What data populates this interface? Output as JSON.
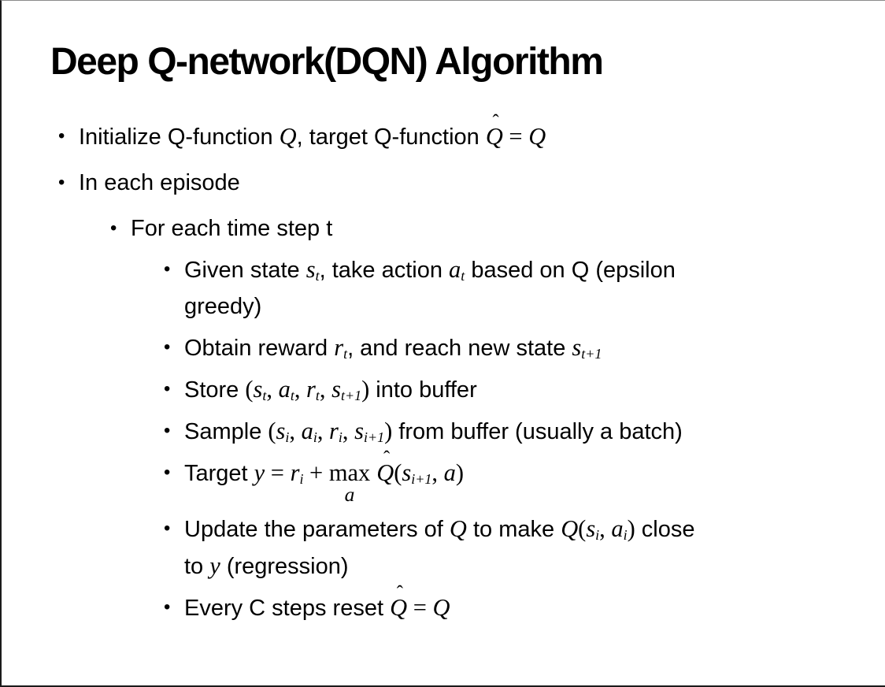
{
  "slide": {
    "title": "Deep Q-network(DQN) Algorithm",
    "symbols": {
      "bullet_char": "•",
      "hat_char": "ˆ"
    },
    "colors": {
      "background": "#ffffff",
      "text": "#000000",
      "border": "#1a1a1a"
    },
    "bullets": [
      {
        "level": 1,
        "segments": [
          {
            "t": "Initialize Q-function "
          },
          {
            "t": "Q",
            "i": true
          },
          {
            "t": ", target Q-function "
          },
          {
            "t": "Q",
            "i": true,
            "hat": true
          },
          {
            "t": " = ",
            "m": true
          },
          {
            "t": "Q",
            "i": true
          }
        ]
      },
      {
        "level": 1,
        "segments": [
          {
            "t": "In each episode"
          }
        ]
      },
      {
        "level": 2,
        "segments": [
          {
            "t": "For each time step t"
          }
        ]
      },
      {
        "level": 3,
        "segments": [
          {
            "t": "Given state "
          },
          {
            "t": "s",
            "i": true
          },
          {
            "t": "t",
            "i": true,
            "sub": true
          },
          {
            "t": ", take action "
          },
          {
            "t": "a",
            "i": true
          },
          {
            "t": "t",
            "i": true,
            "sub": true
          },
          {
            "t": " based on Q (epsilon"
          },
          {
            "br": true
          },
          {
            "t": "greedy)"
          }
        ]
      },
      {
        "level": 3,
        "segments": [
          {
            "t": "Obtain reward "
          },
          {
            "t": "r",
            "i": true
          },
          {
            "t": "t",
            "i": true,
            "sub": true
          },
          {
            "t": ", and reach new state "
          },
          {
            "t": "s",
            "i": true
          },
          {
            "t": "t+1",
            "i": true,
            "sub": true
          }
        ]
      },
      {
        "level": 3,
        "segments": [
          {
            "t": "Store "
          },
          {
            "t": "(",
            "m": true
          },
          {
            "t": "s",
            "i": true
          },
          {
            "t": "t",
            "i": true,
            "sub": true
          },
          {
            "t": ", ",
            "m": true
          },
          {
            "t": "a",
            "i": true
          },
          {
            "t": "t",
            "i": true,
            "sub": true
          },
          {
            "t": ", ",
            "m": true
          },
          {
            "t": "r",
            "i": true
          },
          {
            "t": "t",
            "i": true,
            "sub": true
          },
          {
            "t": ", ",
            "m": true
          },
          {
            "t": "s",
            "i": true
          },
          {
            "t": "t+1",
            "i": true,
            "sub": true
          },
          {
            "t": ")",
            "m": true
          },
          {
            "t": " into buffer"
          }
        ]
      },
      {
        "level": 3,
        "segments": [
          {
            "t": "Sample "
          },
          {
            "t": "(",
            "m": true
          },
          {
            "t": "s",
            "i": true
          },
          {
            "t": "i",
            "i": true,
            "sub": true
          },
          {
            "t": ", ",
            "m": true
          },
          {
            "t": "a",
            "i": true
          },
          {
            "t": "i",
            "i": true,
            "sub": true
          },
          {
            "t": ", ",
            "m": true
          },
          {
            "t": "r",
            "i": true
          },
          {
            "t": "i",
            "i": true,
            "sub": true
          },
          {
            "t": ", ",
            "m": true
          },
          {
            "t": "s",
            "i": true
          },
          {
            "t": "i+1",
            "i": true,
            "sub": true
          },
          {
            "t": ")",
            "m": true
          },
          {
            "t": " from buffer (usually a batch)"
          }
        ]
      },
      {
        "level": 3,
        "segments": [
          {
            "t": "Target "
          },
          {
            "t": "y",
            "i": true
          },
          {
            "t": " = ",
            "m": true
          },
          {
            "t": "r",
            "i": true
          },
          {
            "t": "i",
            "i": true,
            "sub": true
          },
          {
            "t": " + ",
            "m": true
          },
          {
            "t": "max",
            "m": true,
            "under": "a"
          },
          {
            "t": " "
          },
          {
            "t": "Q",
            "i": true,
            "hat": true
          },
          {
            "t": "(",
            "m": true
          },
          {
            "t": "s",
            "i": true
          },
          {
            "t": "i+1",
            "i": true,
            "sub": true
          },
          {
            "t": ", ",
            "m": true
          },
          {
            "t": "a",
            "i": true
          },
          {
            "t": ")",
            "m": true
          }
        ]
      },
      {
        "level": 3,
        "segments": [
          {
            "t": "Update the parameters of "
          },
          {
            "t": "Q",
            "i": true
          },
          {
            "t": " to make "
          },
          {
            "t": "Q",
            "i": true
          },
          {
            "t": "(",
            "m": true
          },
          {
            "t": "s",
            "i": true
          },
          {
            "t": "i",
            "i": true,
            "sub": true
          },
          {
            "t": ", ",
            "m": true
          },
          {
            "t": "a",
            "i": true
          },
          {
            "t": "i",
            "i": true,
            "sub": true
          },
          {
            "t": ")",
            "m": true
          },
          {
            "t": " close"
          },
          {
            "br": true
          },
          {
            "t": "to "
          },
          {
            "t": "y",
            "i": true
          },
          {
            "t": " (regression)"
          }
        ]
      },
      {
        "level": 3,
        "segments": [
          {
            "t": "Every C steps reset "
          },
          {
            "t": "Q",
            "i": true,
            "hat": true
          },
          {
            "t": " = ",
            "m": true
          },
          {
            "t": "Q",
            "i": true
          }
        ]
      }
    ]
  }
}
